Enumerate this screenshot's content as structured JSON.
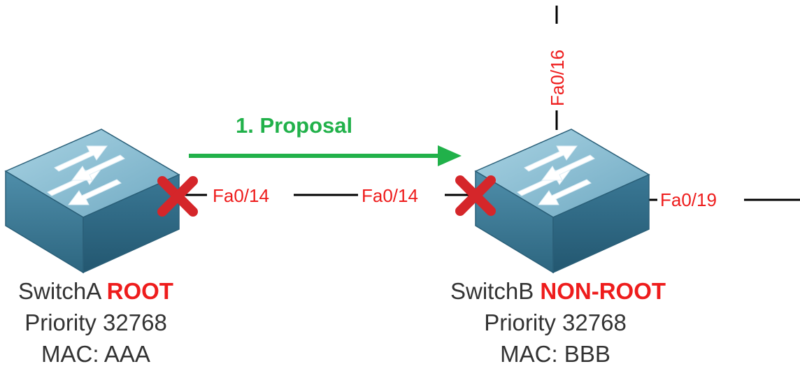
{
  "colors": {
    "link": "#000000",
    "port_label": "#ee1c1c",
    "blocked_x": "#d5262a",
    "proposal_arrow": "#21b14a",
    "switch_top": "#8dbfd3",
    "switch_side": "#3f7d98",
    "text": "#333333"
  },
  "icons": {
    "switch": "switch-icon",
    "blocked": "blocked-port-x-icon",
    "arrow": "arrow-right-icon"
  },
  "proposal": {
    "label": "1. Proposal"
  },
  "switch_a": {
    "name": "SwitchA",
    "role": "ROOT",
    "priority": "Priority 32768",
    "mac": "MAC: AAA",
    "port": "Fa0/14"
  },
  "switch_b": {
    "name": "SwitchB",
    "role": "NON-ROOT",
    "priority": "Priority 32768",
    "mac": "MAC: BBB",
    "ports": {
      "left": "Fa0/14",
      "top": "Fa0/16",
      "right": "Fa0/19"
    }
  }
}
